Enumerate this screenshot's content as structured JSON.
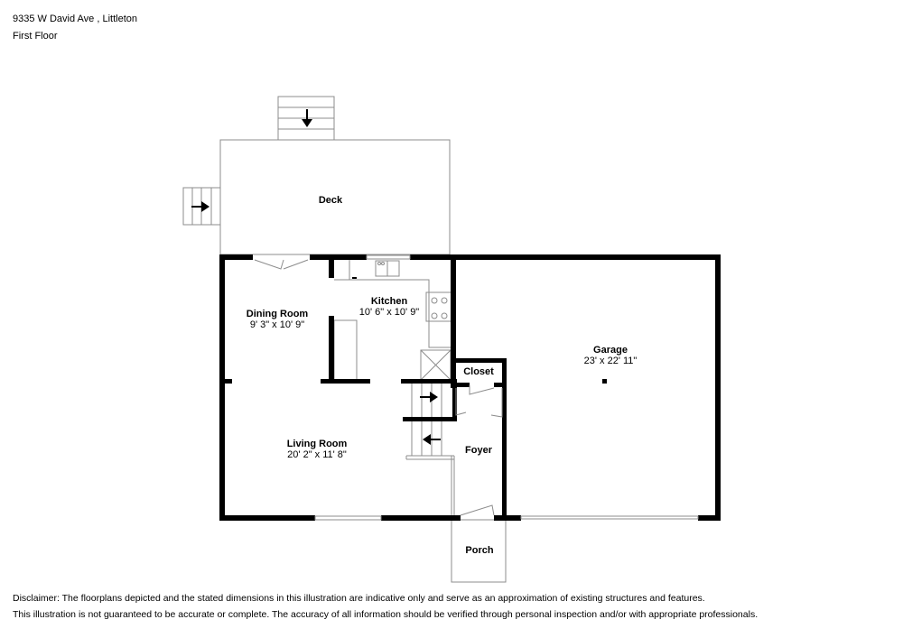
{
  "header": {
    "address": "9335 W David Ave , Littleton",
    "floor": "First Floor"
  },
  "rooms": {
    "deck": {
      "name": "Deck"
    },
    "dining": {
      "name": "Dining Room",
      "dimensions": "9' 3\" x 10' 9\""
    },
    "kitchen": {
      "name": "Kitchen",
      "dimensions": "10' 6\" x 10' 9\""
    },
    "living": {
      "name": "Living Room",
      "dimensions": "20' 2\" x 11' 8\""
    },
    "closet": {
      "name": "Closet"
    },
    "foyer": {
      "name": "Foyer"
    },
    "garage": {
      "name": "Garage",
      "dimensions": "23' x 22' 11\""
    },
    "porch": {
      "name": "Porch"
    }
  },
  "icons": {
    "stairs_top": "arrow-down",
    "stairs_left": "arrow-right",
    "stairs_upper": "arrow-right",
    "stairs_lower": "arrow-left"
  },
  "colors": {
    "wall": "#000000",
    "outline": "#8c8c8c",
    "background": "#ffffff"
  },
  "disclaimer": {
    "line1": "Disclaimer: The floorplans depicted and the stated dimensions in this illustration are indicative only and serve as an approximation of existing structures and features.",
    "line2": "This illustration is not guaranteed to be accurate or complete. The accuracy of all information should be verified through personal inspection and/or with appropriate professionals."
  }
}
